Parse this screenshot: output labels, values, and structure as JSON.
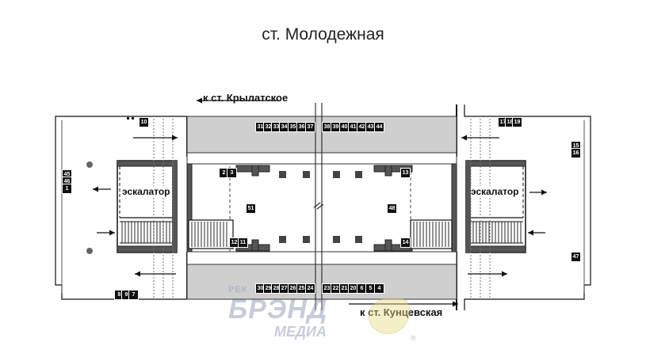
{
  "title": "ст. Молодежная",
  "directions": {
    "top": "к ст. Крылатское",
    "bottom": "к ст. Кунцевская"
  },
  "escalator_label": "эскалатор",
  "watermark": {
    "brand": "БРЭНД",
    "sub": "МЕДИА",
    "prefix": "РЕК",
    "reg": "®"
  },
  "top_platform_numbers": [
    "31",
    "32",
    "33",
    "34",
    "35",
    "36",
    "37",
    "38",
    "39",
    "40",
    "41",
    "42",
    "43",
    "44"
  ],
  "bottom_platform_numbers": [
    "30",
    "29",
    "28",
    "27",
    "26",
    "25",
    "24",
    "23",
    "22",
    "21",
    "20",
    "6",
    "5",
    "4"
  ],
  "inner_numbers": {
    "left_upper": [
      "2",
      "3"
    ],
    "left_lower": [
      "12",
      "11"
    ],
    "left_mid": "51",
    "right_upper": "13",
    "right_lower": "14",
    "right_mid": "48"
  },
  "hall_numbers": {
    "left_top": "10",
    "left_side": [
      "45",
      "46",
      "1"
    ],
    "left_bottom": [
      "8",
      "9",
      "7"
    ],
    "right_top": [
      "17",
      "18",
      "19"
    ],
    "right_side": [
      "15",
      "16"
    ],
    "right_bottom": "47"
  }
}
